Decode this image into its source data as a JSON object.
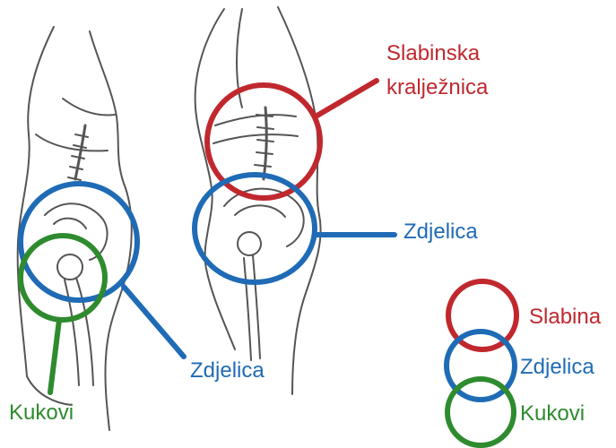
{
  "colors": {
    "lumbar": "#c0282e",
    "pelvis": "#1f6bb5",
    "hips": "#2e8b2e",
    "sketch": "#555555"
  },
  "icons": {
    "left_figure": "side-view-body-sketch",
    "right_figure": "side-view-body-sketch"
  },
  "callouts": {
    "lumbar_line1": "Slabinska",
    "lumbar_line2": "kralježnica",
    "pelvis_right": "Zdjelica",
    "pelvis_left": "Zdjelica",
    "hips_left": "Kukovi"
  },
  "legend": {
    "items": [
      {
        "label": "Slabina",
        "color": "#c0282e"
      },
      {
        "label": "Zdjelica",
        "color": "#1f6bb5"
      },
      {
        "label": "Kukovi",
        "color": "#2e8b2e"
      }
    ]
  }
}
